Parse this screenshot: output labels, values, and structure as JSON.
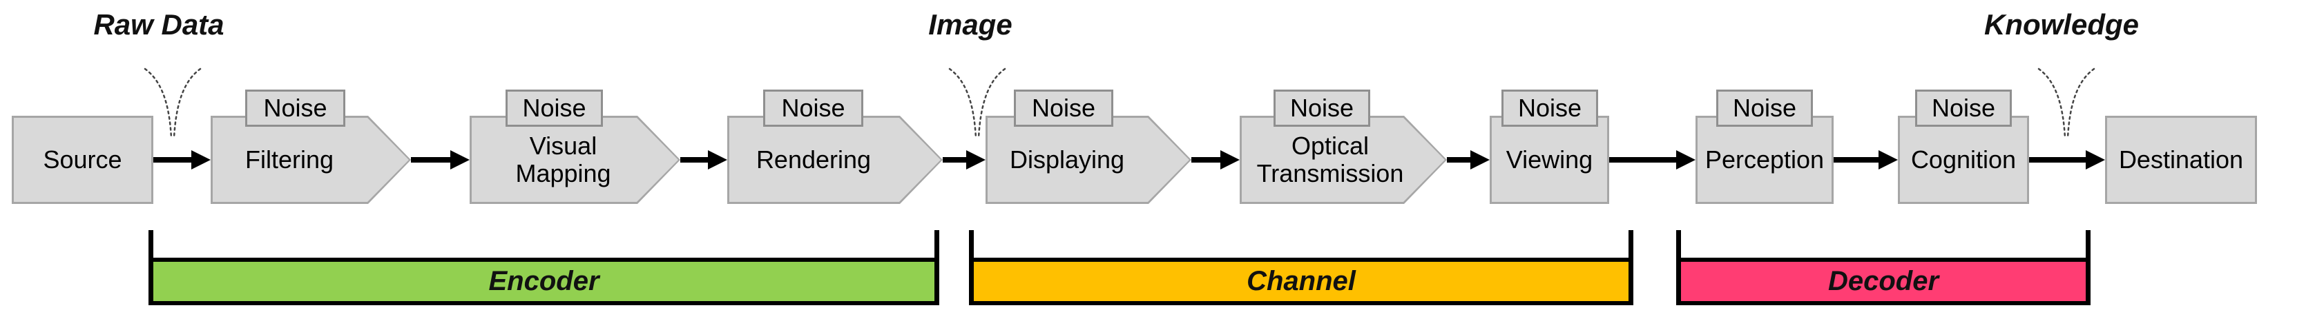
{
  "annotations": {
    "raw_data": "Raw Data",
    "image": "Image",
    "knowledge": "Knowledge"
  },
  "labels": {
    "noise": "Noise"
  },
  "stages": [
    {
      "label": "Source",
      "shape": "rect",
      "has_noise": false
    },
    {
      "label": "Filtering",
      "shape": "arrow-pentagon",
      "has_noise": true
    },
    {
      "label": "Visual Mapping",
      "shape": "arrow-pentagon",
      "has_noise": true
    },
    {
      "label": "Rendering",
      "shape": "arrow-pentagon",
      "has_noise": true
    },
    {
      "label": "Displaying",
      "shape": "arrow-pentagon",
      "has_noise": true
    },
    {
      "label": "Optical Transmission",
      "shape": "arrow-pentagon",
      "has_noise": true
    },
    {
      "label": "Viewing",
      "shape": "rect",
      "has_noise": true
    },
    {
      "label": "Perception",
      "shape": "rect",
      "has_noise": true
    },
    {
      "label": "Cognition",
      "shape": "rect",
      "has_noise": true
    },
    {
      "label": "Destination",
      "shape": "rect",
      "has_noise": false
    }
  ],
  "phases": [
    {
      "label": "Encoder",
      "color": "#92d050"
    },
    {
      "label": "Channel",
      "color": "#ffc000"
    },
    {
      "label": "Decoder",
      "color": "#ff3d73"
    }
  ],
  "colors": {
    "stage_fill": "#d9d9d9",
    "stage_border": "#a6a6a6",
    "noise_border": "#8f8f8f",
    "arrow": "#000000"
  }
}
